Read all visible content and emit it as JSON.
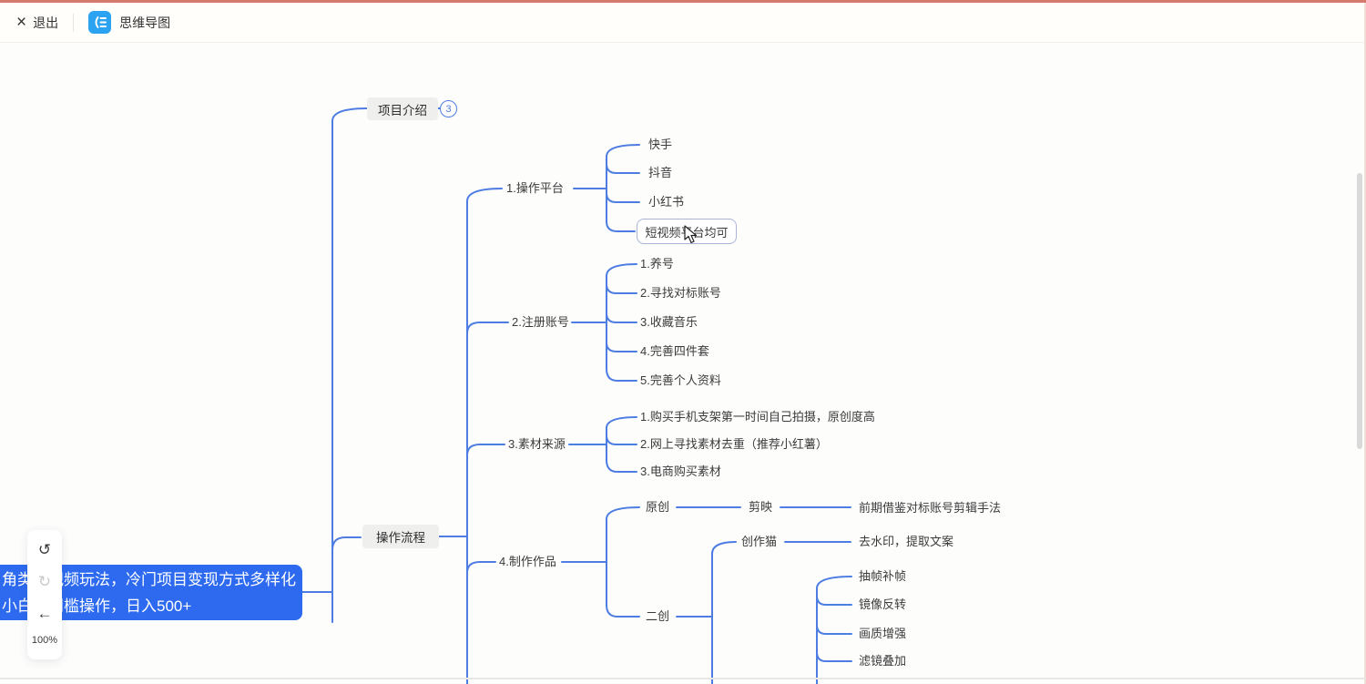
{
  "topbar": {
    "exit_label": "退出",
    "app_title": "思维导图"
  },
  "icons": {
    "close": "×",
    "undo": "↺",
    "redo": "↻",
    "back": "←"
  },
  "toolbar": {
    "zoom_level": "100%"
  },
  "mindmap": {
    "root": {
      "line1": "角类短视频玩法，冷门项目变现方式多样化",
      "line2": "小白无门槛操作，日入500+"
    },
    "intro": {
      "label": "项目介绍",
      "collapsed_count": "3"
    },
    "process": {
      "label": "操作流程",
      "platform": {
        "label": "1.操作平台",
        "items": [
          "快手",
          "抖音",
          "小红书",
          "短视频平台均可"
        ]
      },
      "register": {
        "label": "2.注册账号",
        "items": [
          "1.养号",
          "2.寻找对标账号",
          "3.收藏音乐",
          "4.完善四件套",
          "5.完善个人资料"
        ]
      },
      "material": {
        "label": "3.素材来源",
        "items": [
          "1.购买手机支架第一时间自己拍摄，原创度高",
          "2.网上寻找素材去重（推荐小红薯）",
          "3.电商购买素材"
        ]
      },
      "production": {
        "label": "4.制作作品",
        "original": {
          "label": "原创",
          "tool": "剪映",
          "note": "前期借鉴对标账号剪辑手法"
        },
        "secondary": {
          "label": "二创",
          "tool": "创作猫",
          "note": "去水印，提取文案",
          "techniques": [
            "抽帧补帧",
            "镜像反转",
            "画质增强",
            "滤镜叠加"
          ]
        }
      }
    },
    "selected_node": "短视频平台均可"
  },
  "colors": {
    "branch_line": "#4D7CE2",
    "root_bg": "#2D6AF0",
    "selected_border": "#A9B4D8",
    "logo_bg": "#2BA3F1",
    "top_edge_line": "#D5796C"
  }
}
